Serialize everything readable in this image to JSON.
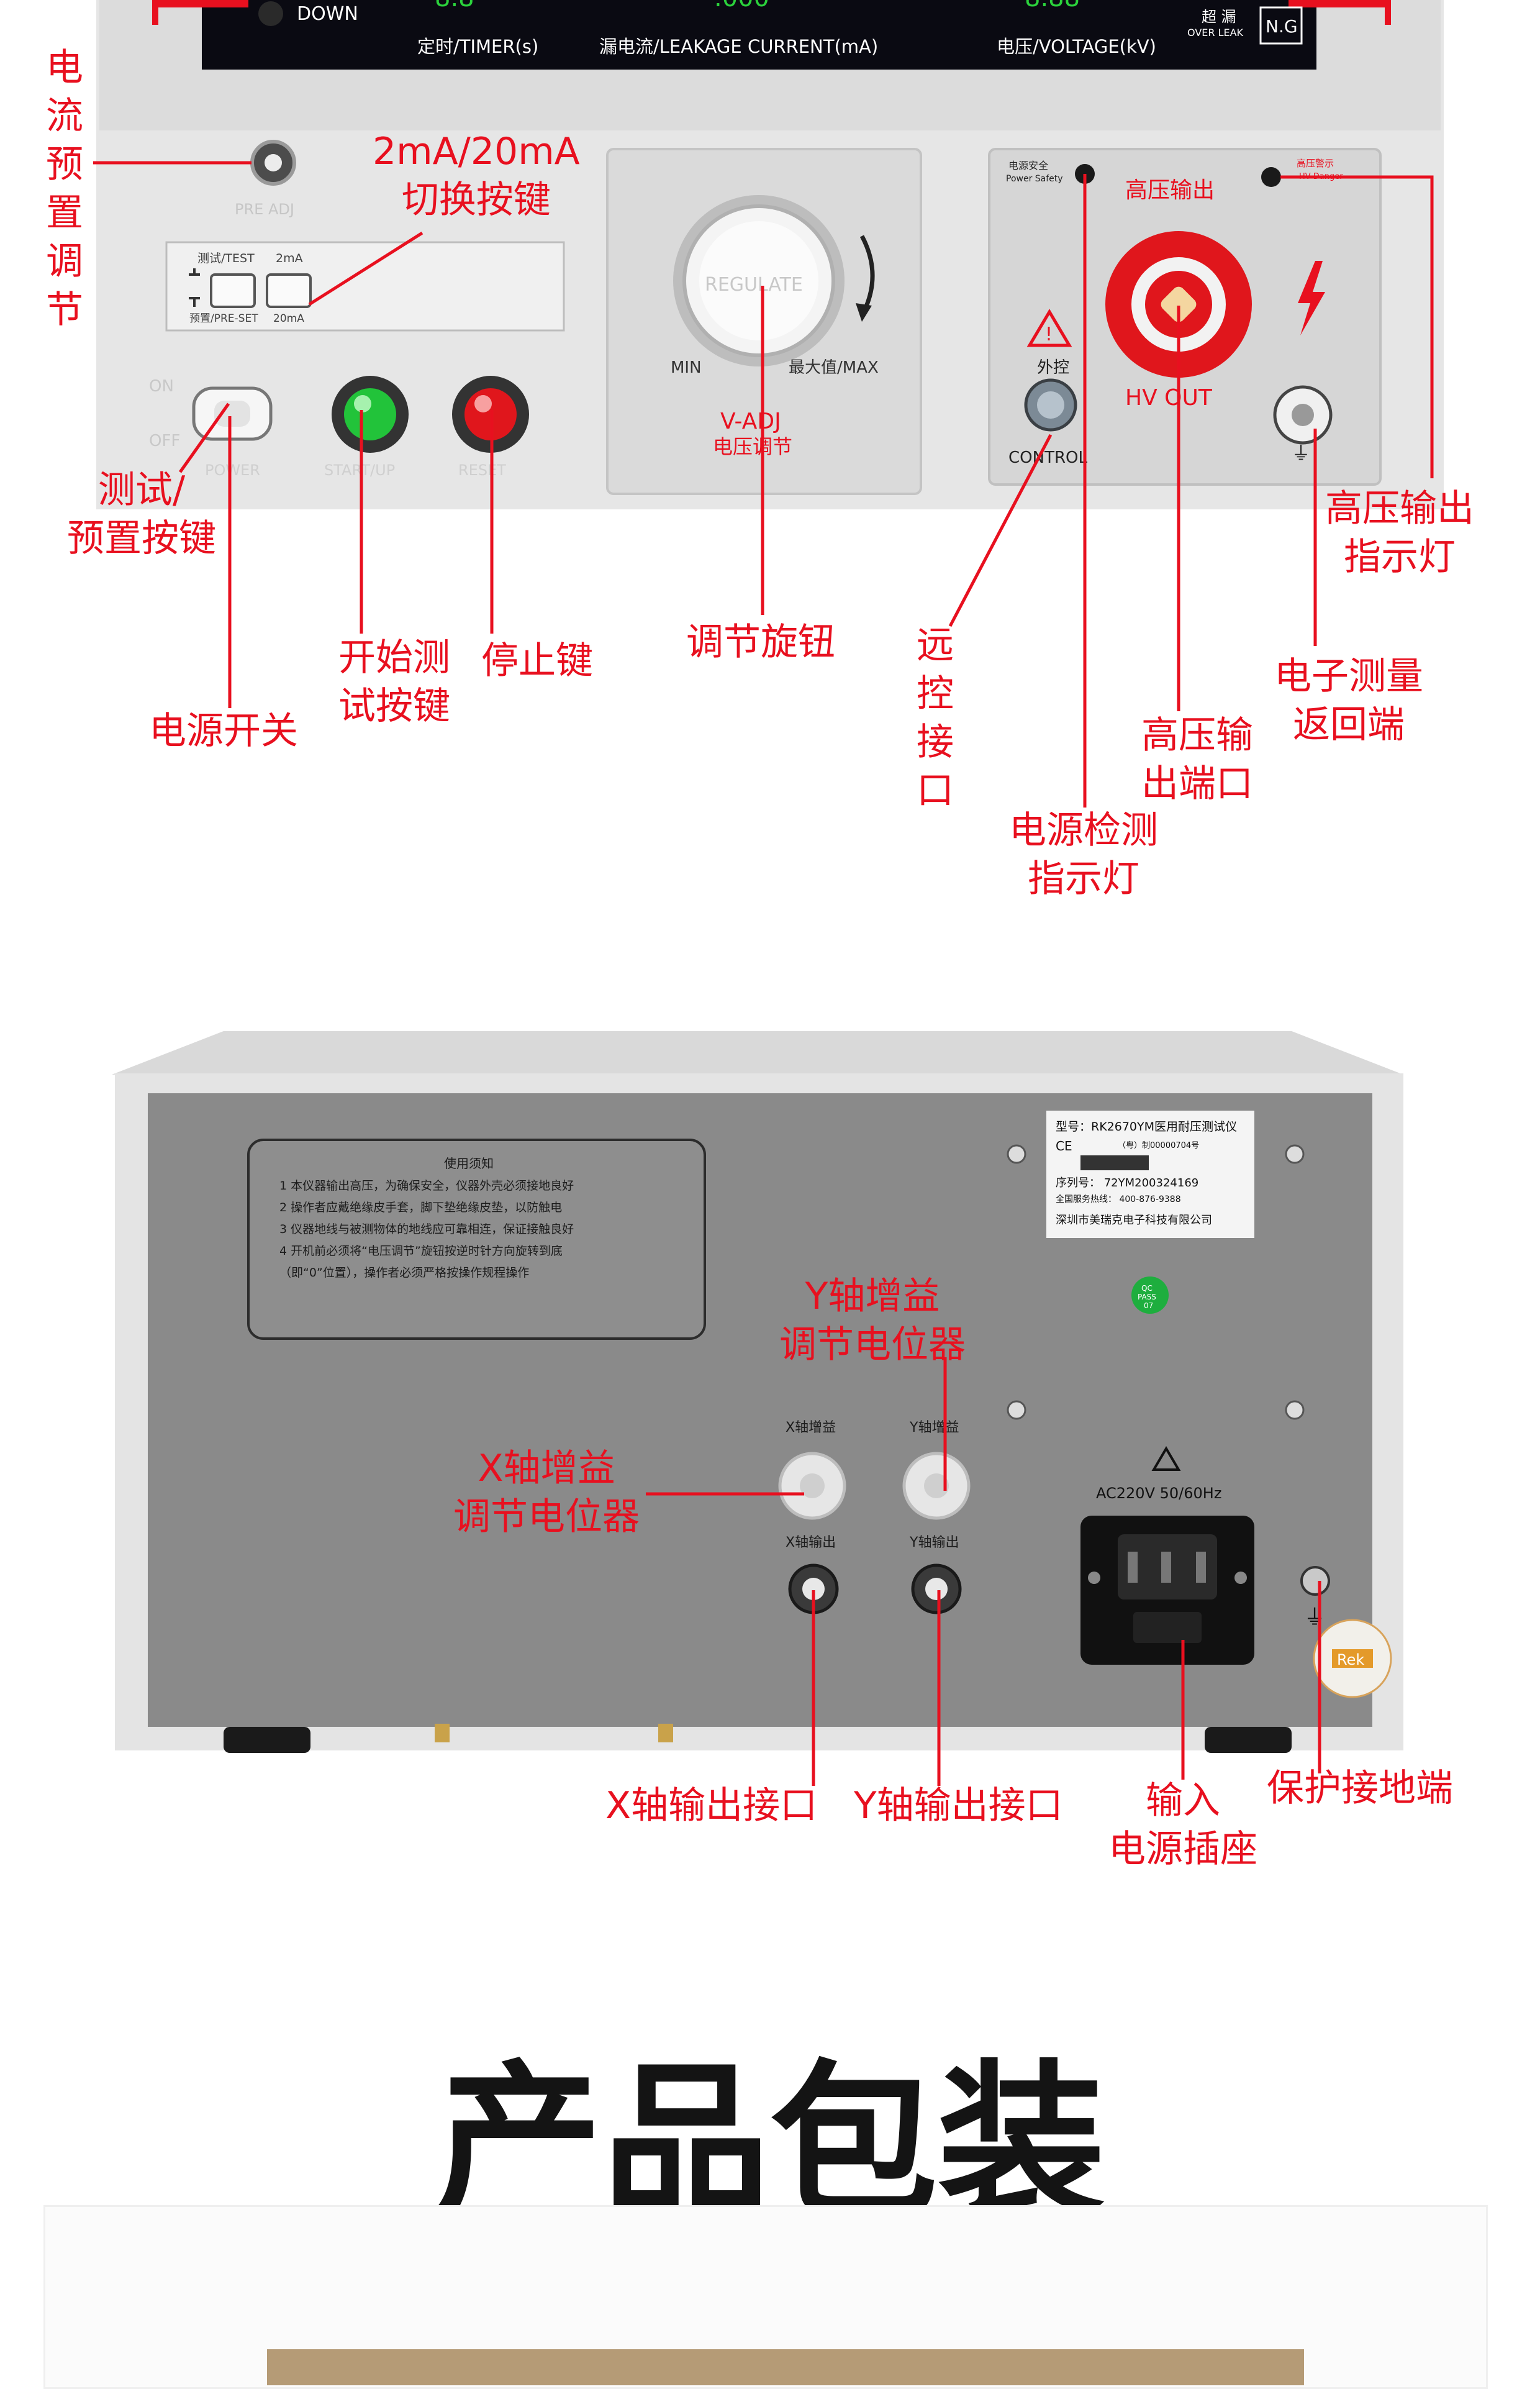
{
  "display": {
    "down_label": "DOWN",
    "timer_label": "定时/TIMER(s)",
    "leakage_label": "漏电流/LEAKAGE  CURRENT(mA)",
    "voltage_label": "电压/VOLTAGE(kV)",
    "over_leak_cn": "超 漏",
    "over_leak_en": "OVER LEAK",
    "ng_label": "N.G"
  },
  "front_panel": {
    "pre_adj_label": "PRE ADJ",
    "switch_test_label": "测试/TEST",
    "switch_preset_label": "预置/PRE-SET",
    "switch_2ma_label": "2mA",
    "switch_20ma_label": "20mA",
    "on_label": "ON",
    "off_label": "OFF",
    "power_label": "POWER",
    "start_label": "START/UP",
    "reset_label": "RESET",
    "regulate_label": "REGULATE",
    "min_label": "MIN",
    "max_label": "最大值/MAX",
    "vadj_label": "V-ADJ",
    "vadj_cn_label": "电压调节",
    "power_safety_cn": "电源安全",
    "power_safety_en": "Power Safety",
    "hv_danger_cn": "高压警示",
    "hv_danger_en": "HV Danger",
    "hv_output_cn": "高压输出",
    "hv_out_label": "HV OUT",
    "external_control_cn": "外控",
    "control_label": "CONTROL"
  },
  "front_callouts": {
    "current_preset": "电流预置调节",
    "range_switch": "2mA/20mA\n切换按键",
    "test_preset_button": "测试/\n预置按键",
    "power_switch": "电源开关",
    "start_button": "开始测\n试按键",
    "stop_button": "停止键",
    "adjust_knob": "调节旋钮",
    "remote_port": "远控接口",
    "power_indicator": "电源检测\n指示灯",
    "hv_port": "高压输\n出端口",
    "return_terminal": "电子测量\n返回端",
    "hv_indicator": "高压输出\n指示灯"
  },
  "rear_panel": {
    "notice_title": "使用须知",
    "notice_lines": [
      "1 本仪器输出高压，为确保安全，仪器外壳必须接地良好",
      "2 操作者应戴绝缘皮手套，脚下垫绝缘皮垫，以防触电",
      "3 仪器地线与被测物体的地线应可靠相连，保证接触良好",
      "4 开机前必须将“电压调节”旋钮按逆时针方向旋转到底",
      "（即“0”位置），操作者必须严格按操作规程操作"
    ],
    "label_model": "型号：RK2670YM医用耐压测试仪",
    "label_ce": "CE",
    "label_cert": "（粤）制00000704号",
    "label_serial": "序列号：   72YM200324169",
    "label_hotline": "全国服务热线：  400-876-9388",
    "label_company": "深圳市美瑞克电子科技有限公司",
    "qc_label": "QC\nPASS\n07",
    "x_gain_label": "X轴增益",
    "y_gain_label": "Y轴增益",
    "x_output_label": "X轴输出",
    "y_output_label": "Y轴输出",
    "ac_label": "AC220V  50/60Hz",
    "seal_text": "Rek"
  },
  "rear_callouts": {
    "y_gain": "Y轴增益\n调节电位器",
    "x_gain": "X轴增益\n调节电位器",
    "x_out": "X轴输出接口",
    "y_out": "Y轴输出接口",
    "power_socket": "输入\n电源插座",
    "ground": "保护接地端"
  },
  "section_title": "产品包装",
  "colors": {
    "accent_red": "#e8101f",
    "panel_light": "#e9e9e9",
    "rear_panel_gray": "#8a8a8a",
    "display_dark": "#0a0a12",
    "led_green": "#2bd23c",
    "button_green": "#22c33a",
    "button_red": "#e0161c"
  }
}
